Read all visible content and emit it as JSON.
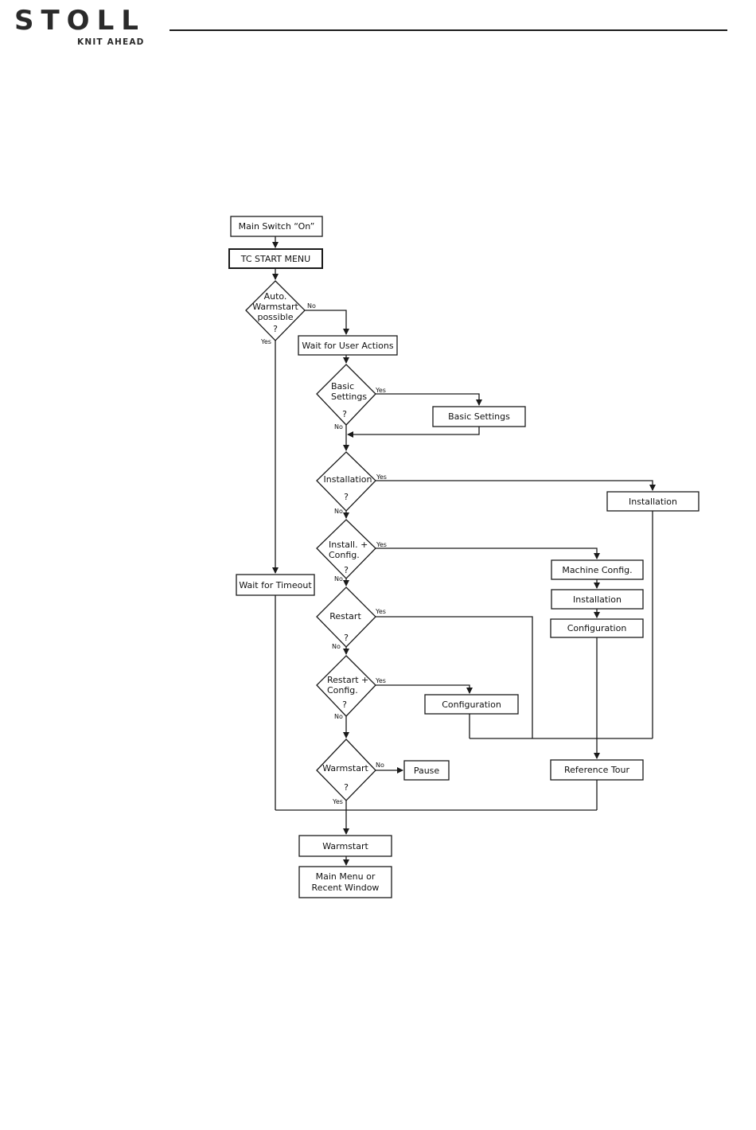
{
  "header": {
    "logo_word": "STOLL",
    "logo_tagline": "KNIT AHEAD"
  },
  "flowchart": {
    "boxes": {
      "main_switch": "Main Switch “On”",
      "tc_start_menu": "TC START MENU",
      "wait_user": "Wait for User Actions",
      "basic_settings": "Basic Settings",
      "installation_right": "Installation",
      "machine_config": "Machine Config.",
      "installation_mid": "Installation",
      "configuration_mid": "Configuration",
      "wait_timeout": "Wait for Timeout",
      "configuration_left": "Configuration",
      "pause": "Pause",
      "reference_tour": "Reference Tour",
      "warmstart_box": "Warmstart",
      "main_menu_l1": "Main Menu or",
      "main_menu_l2": "Recent Window"
    },
    "decisions": {
      "auto_l1": "Auto.",
      "auto_l2": "Warmstart",
      "auto_l3": "possible",
      "basic_l1": "Basic",
      "basic_l2": "Settings",
      "installation": "Installation",
      "install_cfg_l1": "Install. +",
      "install_cfg_l2": "Config.",
      "restart": "Restart",
      "restart_cfg_l1": "Restart +",
      "restart_cfg_l2": "Config.",
      "warmstart": "Warmstart",
      "question": "?"
    },
    "labels": {
      "yes": "Yes",
      "no": "No"
    }
  }
}
